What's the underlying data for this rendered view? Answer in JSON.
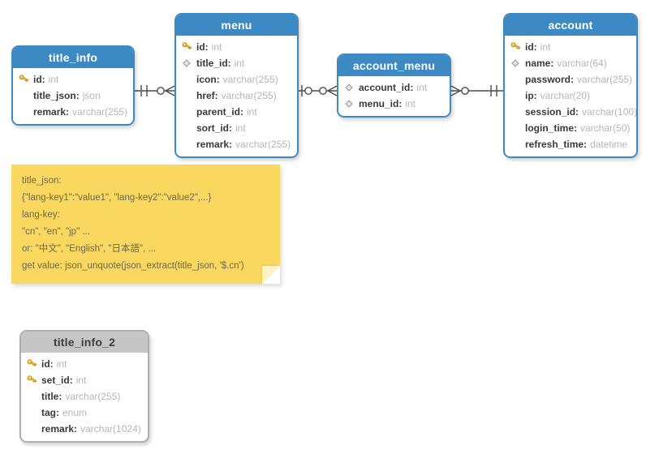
{
  "diagram": {
    "tables": [
      {
        "id": "title_info",
        "name": "title_info",
        "style": "blue",
        "fields": [
          {
            "icon": "key",
            "name": "id",
            "type": "int"
          },
          {
            "icon": "none",
            "name": "title_json",
            "type": "json"
          },
          {
            "icon": "none",
            "name": "remark",
            "type": "varchar(255)"
          }
        ]
      },
      {
        "id": "menu",
        "name": "menu",
        "style": "blue",
        "fields": [
          {
            "icon": "key",
            "name": "id",
            "type": "int"
          },
          {
            "icon": "diamond",
            "name": "title_id",
            "type": "int"
          },
          {
            "icon": "none",
            "name": "icon",
            "type": "varchar(255)"
          },
          {
            "icon": "none",
            "name": "href",
            "type": "varchar(255)"
          },
          {
            "icon": "none",
            "name": "parent_id",
            "type": "int"
          },
          {
            "icon": "none",
            "name": "sort_id",
            "type": "int"
          },
          {
            "icon": "none",
            "name": "remark",
            "type": "varchar(255)"
          }
        ]
      },
      {
        "id": "account_menu",
        "name": "account_menu",
        "style": "blue",
        "fields": [
          {
            "icon": "diamond",
            "name": "account_id",
            "type": "int"
          },
          {
            "icon": "diamond",
            "name": "menu_id",
            "type": "int"
          }
        ]
      },
      {
        "id": "account",
        "name": "account",
        "style": "blue",
        "fields": [
          {
            "icon": "key",
            "name": "id",
            "type": "int"
          },
          {
            "icon": "diamond",
            "name": "name",
            "type": "varchar(64)"
          },
          {
            "icon": "none",
            "name": "password",
            "type": "varchar(255)"
          },
          {
            "icon": "none",
            "name": "ip",
            "type": "varchar(20)"
          },
          {
            "icon": "none",
            "name": "session_id",
            "type": "varchar(100)"
          },
          {
            "icon": "none",
            "name": "login_time",
            "type": "varchar(50)"
          },
          {
            "icon": "none",
            "name": "refresh_time",
            "type": "datetime"
          }
        ]
      },
      {
        "id": "title_info_2",
        "name": "title_info_2",
        "style": "gray",
        "fields": [
          {
            "icon": "key",
            "name": "id",
            "type": "int"
          },
          {
            "icon": "key",
            "name": "set_id",
            "type": "int"
          },
          {
            "icon": "none",
            "name": "title",
            "type": "varchar(255)"
          },
          {
            "icon": "none",
            "name": "tag",
            "type": "enum"
          },
          {
            "icon": "none",
            "name": "remark",
            "type": "varchar(1024)"
          }
        ]
      }
    ],
    "relationships": [
      {
        "from": "title_info",
        "to": "menu",
        "from_cardinality": "one",
        "to_cardinality": "zero-many"
      },
      {
        "from": "menu",
        "to": "account_menu",
        "from_cardinality": "zero-one",
        "to_cardinality": "zero-many"
      },
      {
        "from": "account_menu",
        "to": "account",
        "from_cardinality": "zero-many",
        "to_cardinality": "one"
      }
    ],
    "note": {
      "lines": [
        "title_json:",
        "{\"lang-key1\":\"value1\", \"lang-key2\":\"value2\",...}",
        "lang-key:",
        "\"cn\", \"en\", \"jp\" ...",
        "or: \"中文\", \"English\", \"日本語\", ...",
        "get value: json_unquote(json_extract(title_json, '$.cn')"
      ]
    }
  },
  "colors": {
    "header_blue": "#3c89c4",
    "border_blue": "#3c89c4",
    "header_text_blue": "#ffffff",
    "header_gray": "#c6c6c6",
    "border_gray": "#aeaeae",
    "header_text_gray": "#3d3d3d",
    "note_bg": "#fad75e",
    "note_text": "#6d674f",
    "connector": "#4d4d4d",
    "key_gold": "#f3c63e",
    "key_outline": "#c08f1f",
    "diamond_fill": "#e3e3e3",
    "diamond_outline": "#9b9b9b"
  }
}
